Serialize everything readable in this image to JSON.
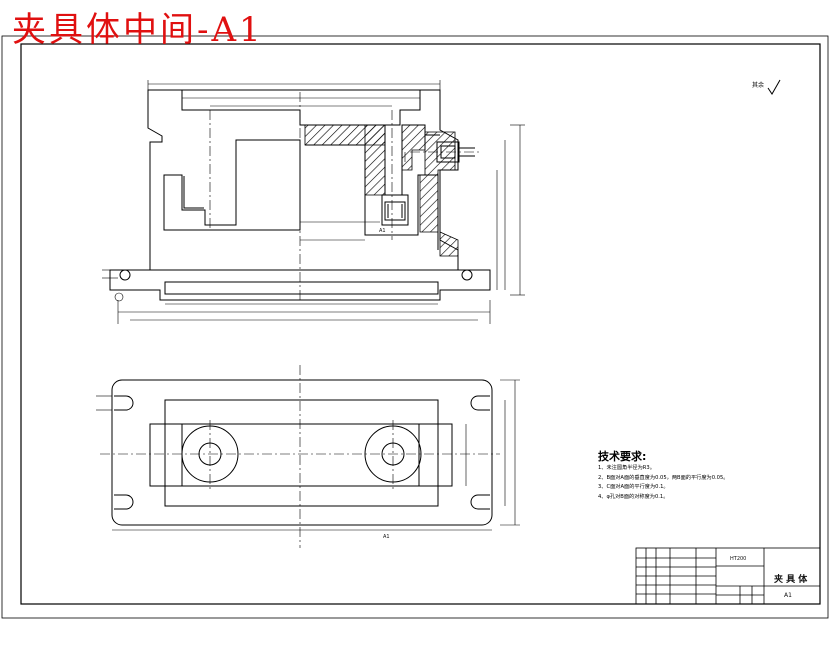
{
  "banner": {
    "title": "夹具体中间-A1"
  },
  "drawing": {
    "roughness_note": "其余",
    "tech_requirements": {
      "title": "技术要求:",
      "items": [
        "1、未注圆角半径为R3。",
        "2、B面对A面的垂直度为0.05，两B面的平行度为0.05。",
        "3、C面对A面的平行度为0.1。",
        "4、φ孔对B面的对称度为0.1。"
      ]
    },
    "section_marks": {
      "top_view": "A1",
      "bottom_view": "A1"
    }
  },
  "title_block": {
    "part_name": "夹 具 体",
    "scale": "A1",
    "material": "HT200"
  }
}
